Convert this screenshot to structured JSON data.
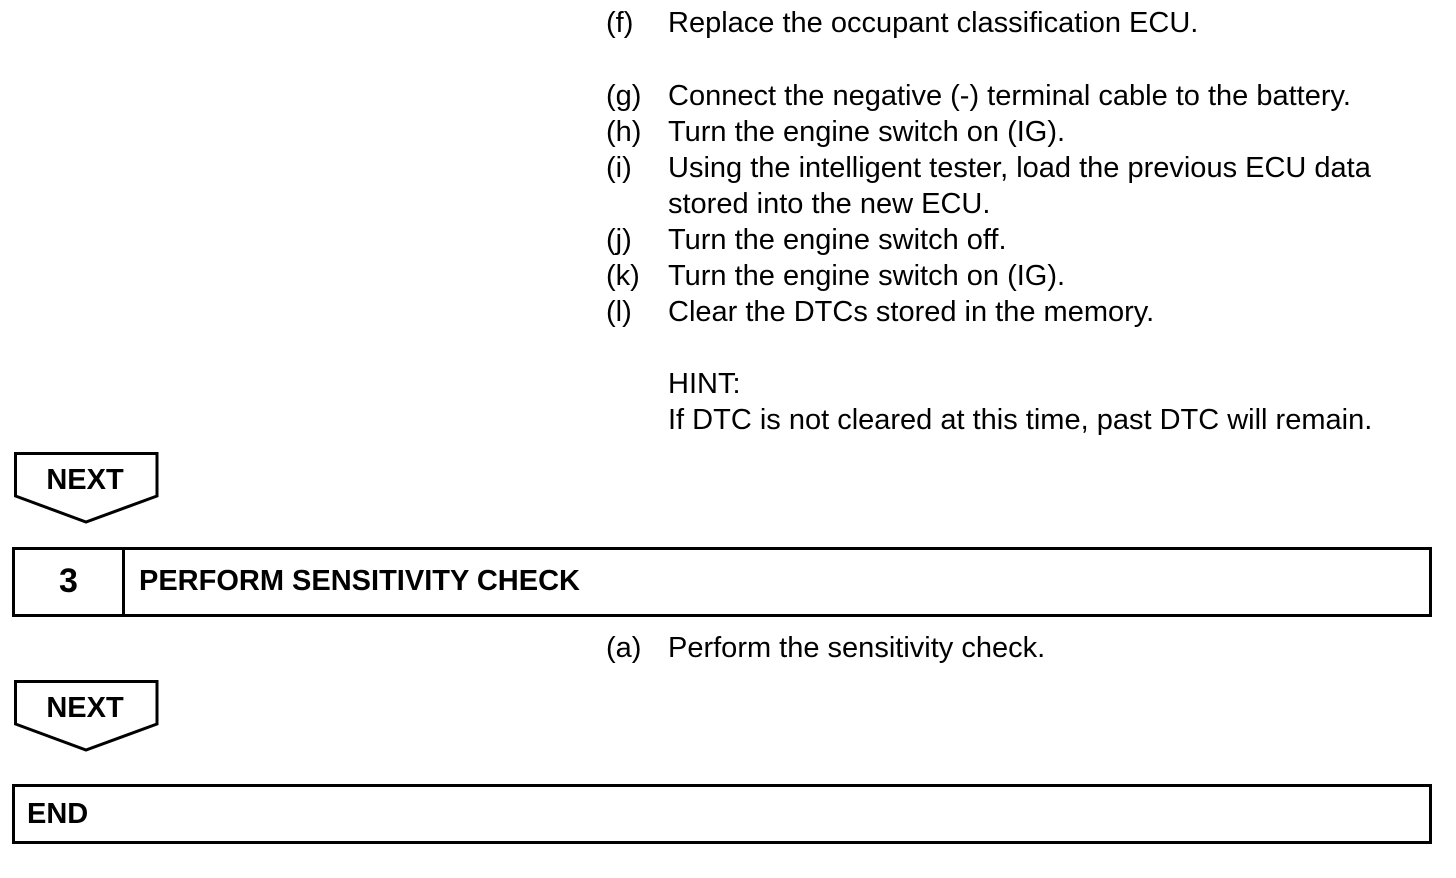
{
  "steps_top": [
    {
      "label": "(f)",
      "text": "Replace the occupant classification ECU."
    },
    {
      "label": "(g)",
      "text": "Connect the negative (-) terminal cable to the battery."
    },
    {
      "label": "(h)",
      "text": "Turn the engine switch on (IG)."
    },
    {
      "label": "(i)",
      "text": "Using the intelligent tester, load the previous ECU data",
      "text2": "stored into the new ECU."
    },
    {
      "label": "(j)",
      "text": "Turn the engine switch off."
    },
    {
      "label": "(k)",
      "text": "Turn the engine switch on (IG)."
    },
    {
      "label": "(l)",
      "text": "Clear the DTCs stored in the memory."
    }
  ],
  "hint": {
    "heading": "HINT:",
    "text": "If DTC is not cleared at this time, past DTC will remain."
  },
  "next_label": "NEXT",
  "section3": {
    "number": "3",
    "title": "PERFORM SENSITIVITY CHECK",
    "step": {
      "label": "(a)",
      "text": "Perform the sensitivity check."
    }
  },
  "end_label": "END"
}
